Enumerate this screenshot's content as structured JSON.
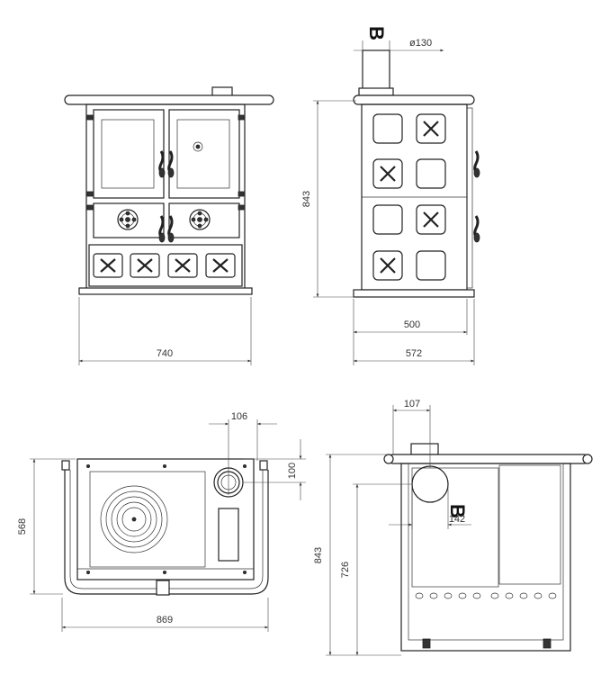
{
  "section_marker": "B",
  "front_view": {
    "width_label": "740"
  },
  "side_view": {
    "flue_label": "ø130",
    "height_label": "843",
    "depth_inner_label": "500",
    "depth_outer_label": "572"
  },
  "top_view": {
    "flue_offset_label": "106",
    "flue_depth_label": "100",
    "depth_label": "568",
    "width_label": "869"
  },
  "rear_view": {
    "flue_offset_label": "107",
    "height_label": "843",
    "flue_height_label": "726",
    "flue_diameter_label": "142"
  },
  "colors": {
    "line": "#222222",
    "background": "#ffffff"
  }
}
